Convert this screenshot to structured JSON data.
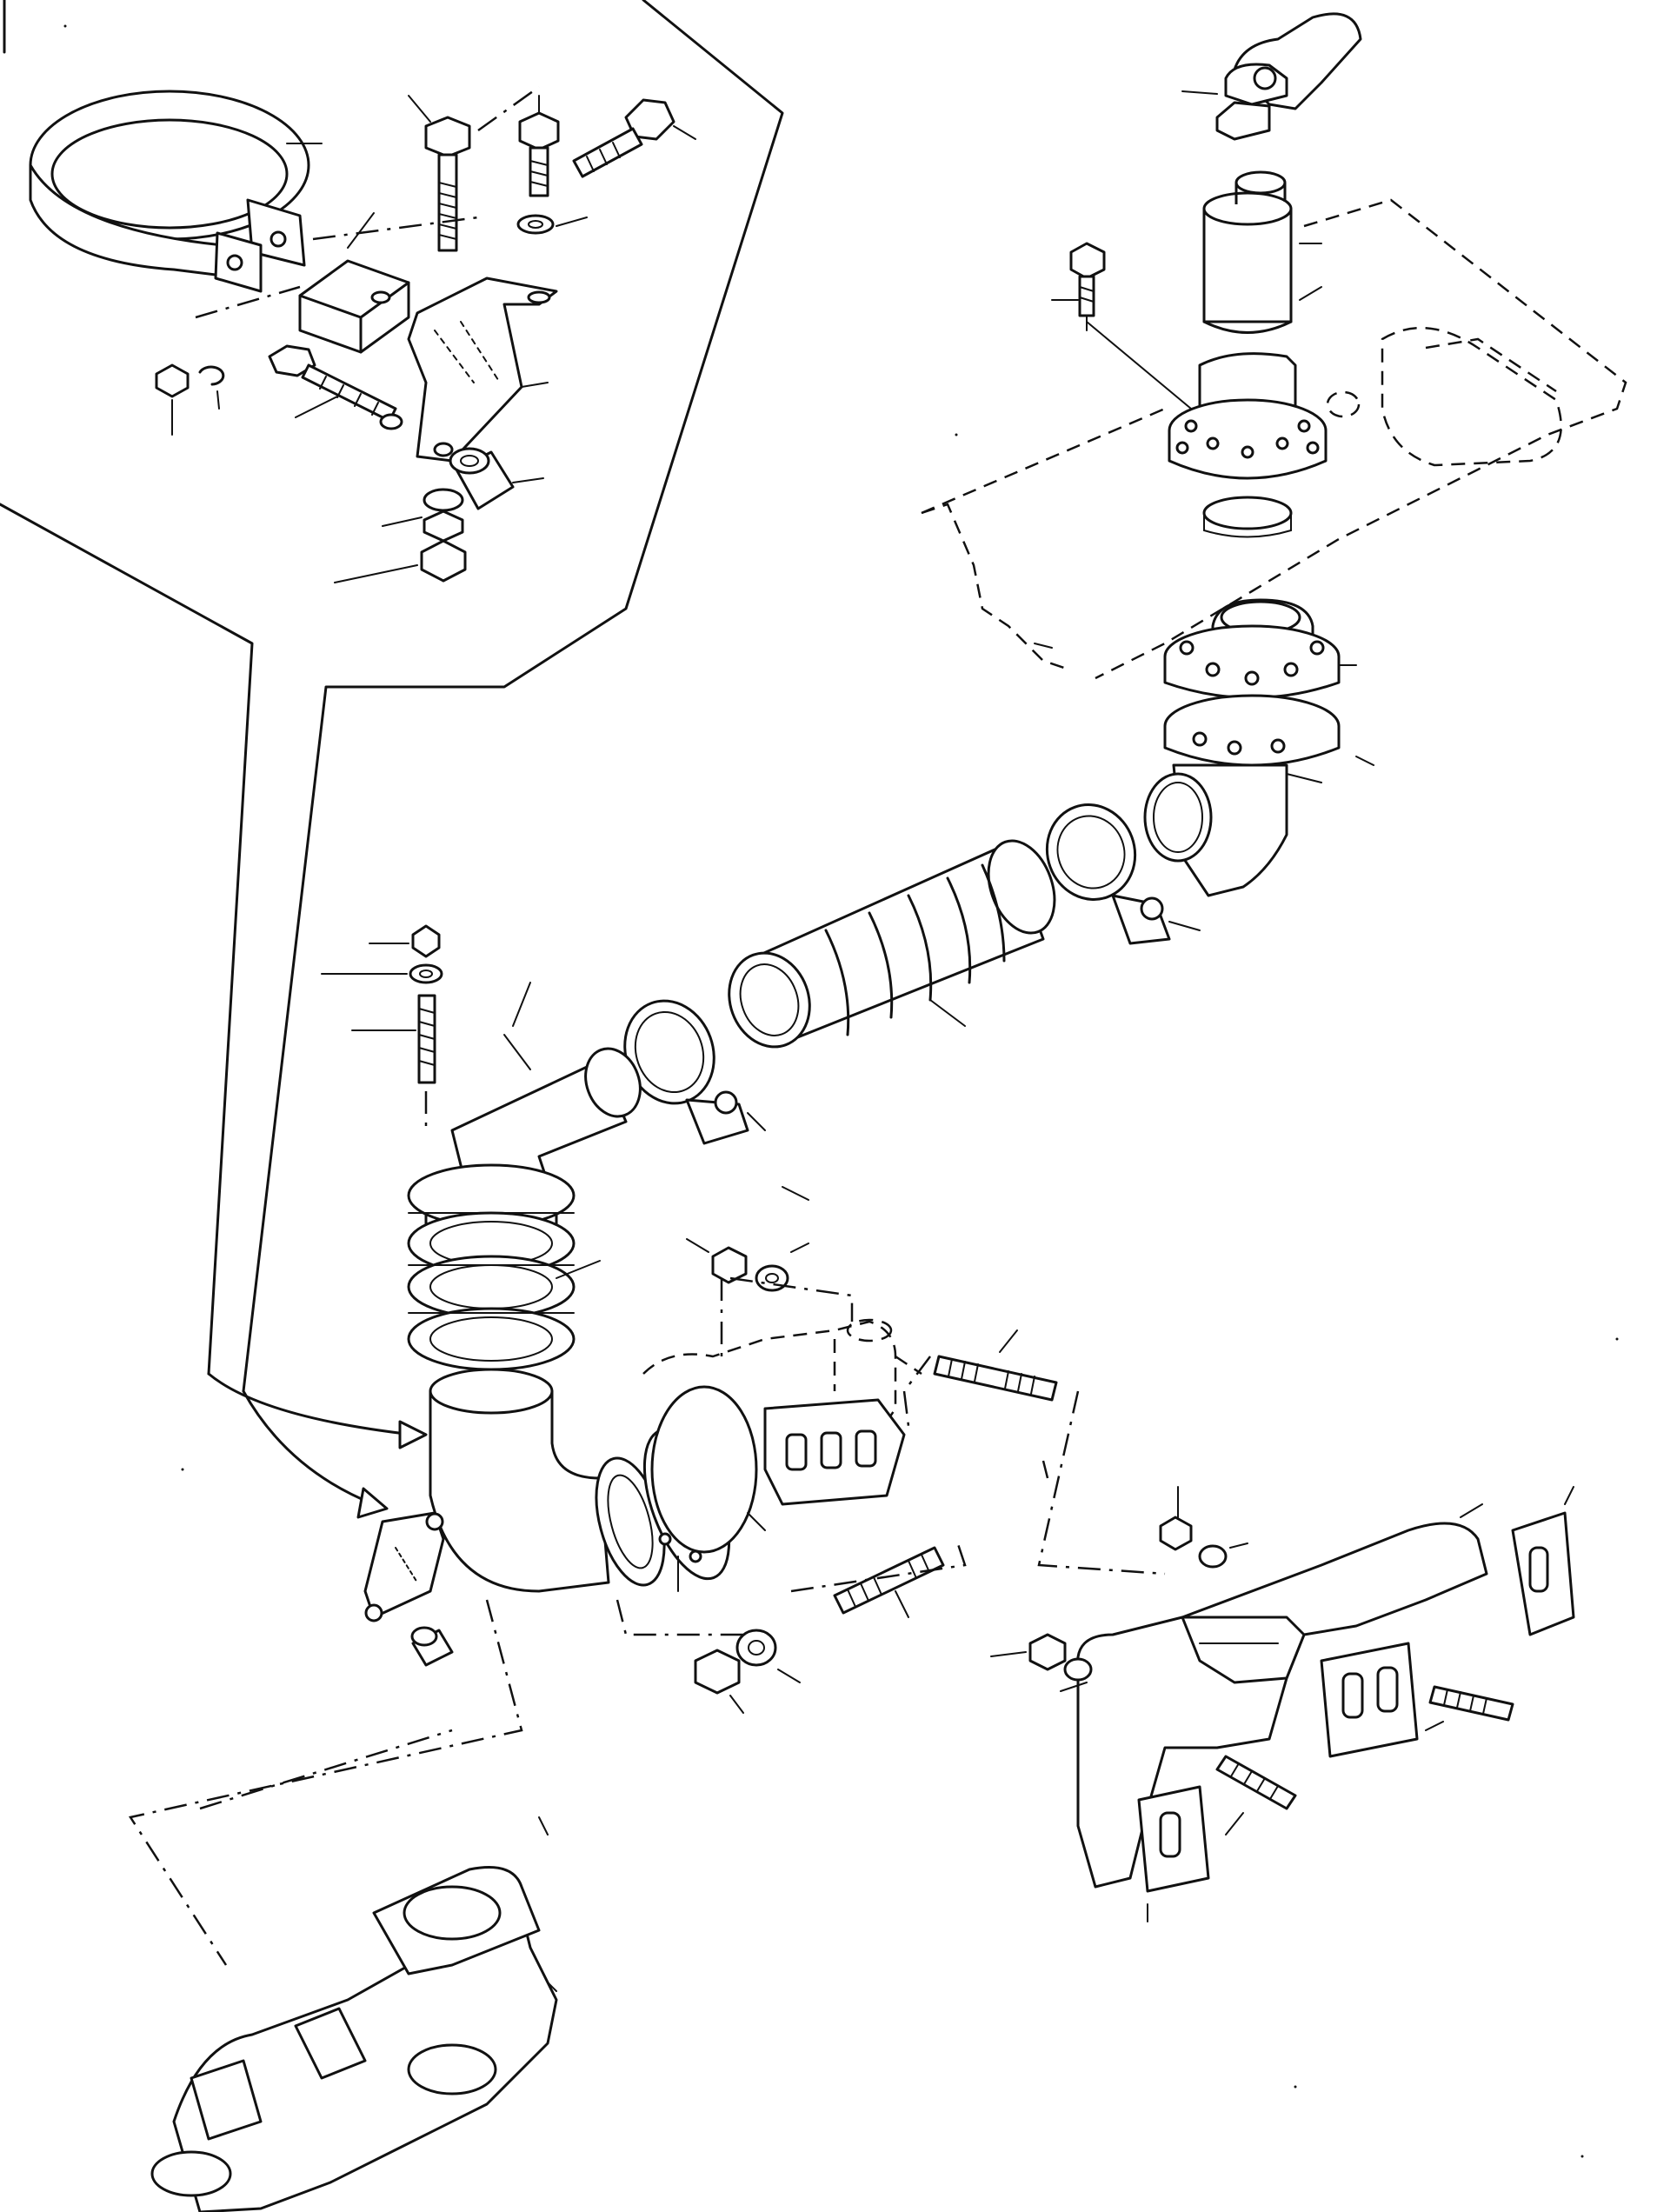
{
  "diagram": {
    "type": "exploded-parts-view",
    "subject": "exhaust-system",
    "colors": {
      "line": "#111111",
      "background": "#ffffff"
    },
    "parts": [
      "exhaust-clamp-band",
      "bracket-block",
      "hex-bolt",
      "spring-washer",
      "mounting-bracket",
      "spacer-bushing",
      "hex-nut",
      "flat-washer",
      "rain-cap",
      "tail-pipe",
      "upper-flange-pipe",
      "double-flange",
      "upper-elbow",
      "pipe-clamp",
      "flexible-bellows",
      "lower-elbow",
      "flange-gaskets",
      "stud",
      "turbocharger",
      "exhaust-manifold",
      "manifold-gasket",
      "engine-manifold"
    ]
  }
}
